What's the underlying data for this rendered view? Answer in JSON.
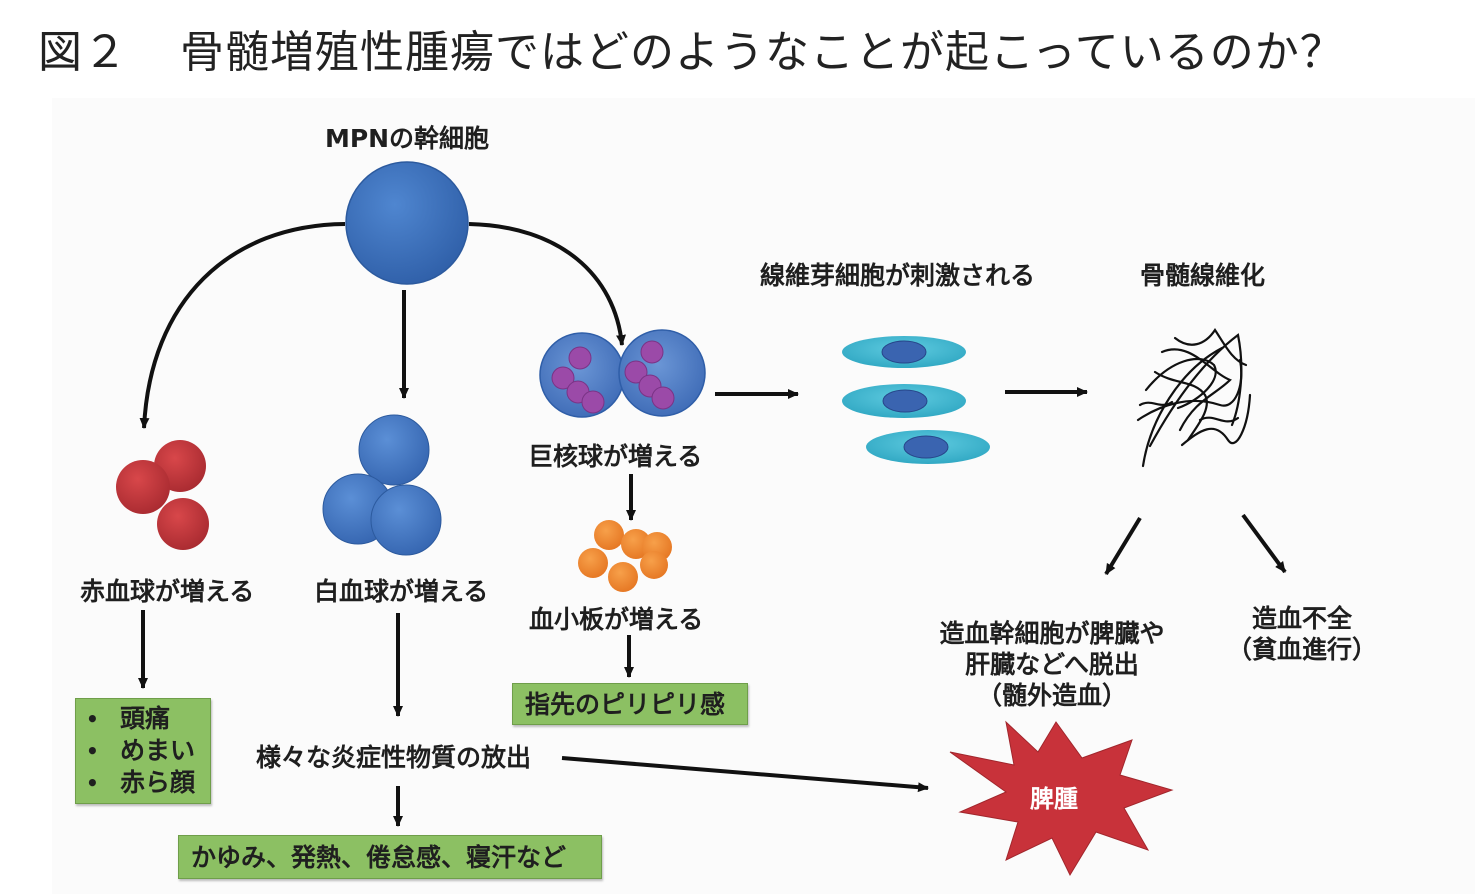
{
  "title": {
    "figure_no": "図２",
    "text": "骨髄増殖性腫瘍ではどのようなことが起こっているのか？"
  },
  "nodes": {
    "stem_cell": "MPNの幹細胞",
    "rbc": "赤血球が増える",
    "wbc": "白血球が増える",
    "megakaryocyte": "巨核球が増える",
    "platelet": "血小板が増える",
    "fibroblast": "線維芽細胞が刺激される",
    "fibrosis": "骨髄線維化",
    "extramedullary_line1": "造血幹細胞が脾臓や",
    "extramedullary_line2": "肝臓などへ脱出",
    "extramedullary_line3": "（髄外造血）",
    "failure_line1": "造血不全",
    "failure_line2": "（貧血進行）",
    "inflammatory": "様々な炎症性物質の放出",
    "splenomegaly": "脾腫"
  },
  "symptoms": {
    "rbc_items": [
      "頭痛",
      "めまい",
      "赤ら顔"
    ],
    "bullet": "•",
    "platelet": "指先のピリピリ感",
    "inflammatory": "かゆみ、発熱、倦怠感、寝汗など"
  },
  "colors": {
    "stem": "#3a6fb8",
    "wbc": "#4477c4",
    "rbc": "#c9383c",
    "megakaryocyte": "#4f7fc6",
    "nuclei": "#9b4aa8",
    "platelet": "#f0862d",
    "fibroblast_cell": "#3fb6cf",
    "fibroblast_nucleus": "#3a64b0",
    "symptom_box": "#8cc063",
    "burst": "#c8323a"
  },
  "icons": {
    "arrow": "arrow-icon",
    "fibrosis": "fiber-tangle-icon",
    "burst": "explosion-burst-icon"
  }
}
